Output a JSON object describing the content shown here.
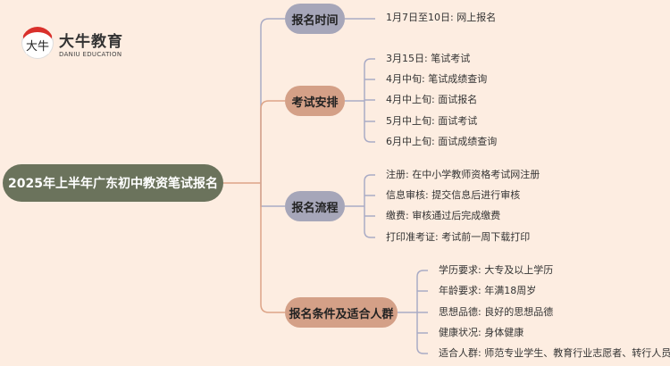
{
  "logo": {
    "badge": "大牛",
    "name_cn": "大牛教育",
    "name_en": "DANIU EDUCATION"
  },
  "root": "2025年上半年广东初中教资笔试报名",
  "branches": [
    {
      "label": "报名时间",
      "items": [
        "1月7日至10日: 网上报名"
      ]
    },
    {
      "label": "考试安排",
      "items": [
        "3月15日: 笔试考试",
        "4月中旬: 笔试成绩查询",
        "4月中上旬: 面试报名",
        "5月中上旬: 面试考试",
        "6月中上旬: 面试成绩查询"
      ]
    },
    {
      "label": "报名流程",
      "items": [
        "注册: 在中小学教师资格考试网注册",
        "信息审核: 提交信息后进行审核",
        "缴费: 审核通过后完成缴费",
        "打印准考证: 考试前一周下载打印"
      ]
    },
    {
      "label": "报名条件及适合人群",
      "items": [
        "学历要求: 大专及以上学历",
        "年龄要求: 年满18周岁",
        "思想品德: 良好的思想品德",
        "健康状况: 身体健康",
        "适合人群: 师范专业学生、教育行业志愿者、转行人员"
      ]
    }
  ],
  "colors": {
    "background": "#fdede1",
    "root": "#6b735c",
    "gray": "#a6a6b9",
    "tan": "#d4a087"
  }
}
